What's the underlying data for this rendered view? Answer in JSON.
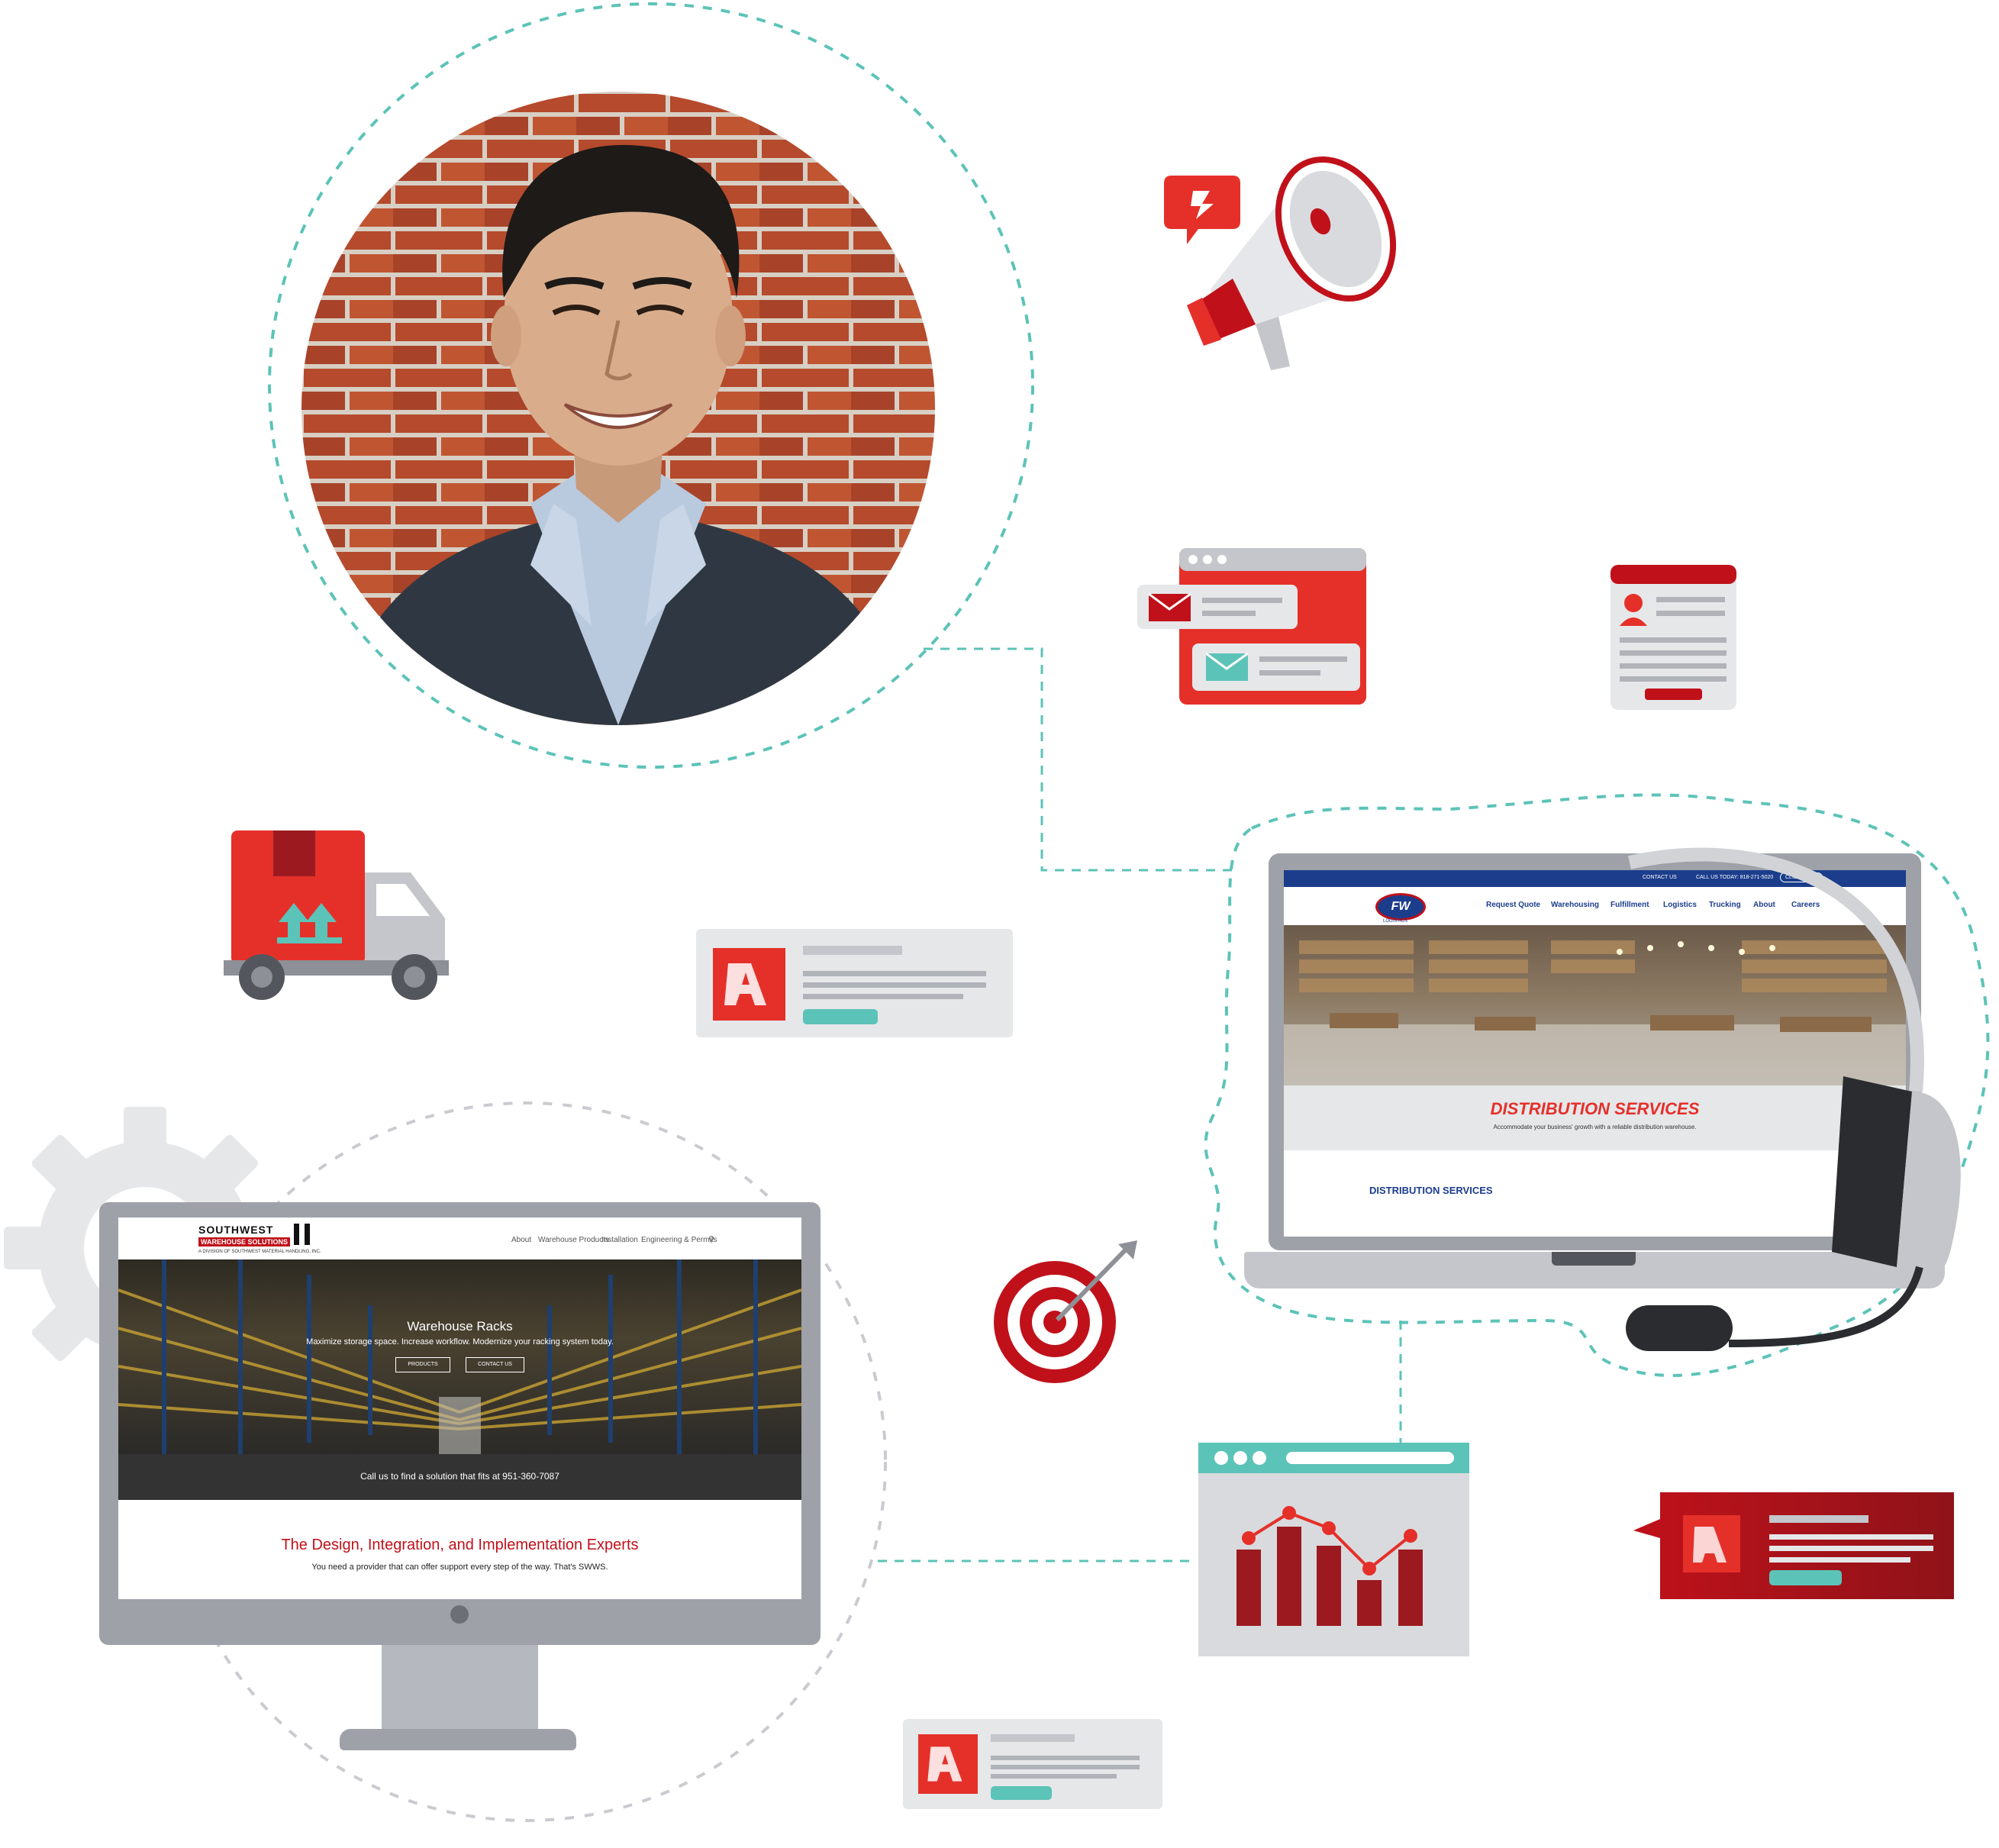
{
  "colors": {
    "accent_red": "#e5302a",
    "dark_red": "#9c1a1f",
    "teal": "#5cc3b8",
    "navy": "#1c3d8c",
    "gray": "#8d9097"
  },
  "icons": [
    "megaphone-icon",
    "email-window-icon",
    "contact-form-icon",
    "delivery-truck-icon",
    "gear-icon",
    "target-icon",
    "analytics-chart-icon",
    "headset-icon",
    "brand-logo-icon"
  ],
  "laptop_site": {
    "topbar": {
      "contact": "CONTACT US",
      "call": "CALL US TODAY: 818-271-5020",
      "portal": "CLIENT POR"
    },
    "logo": "FW",
    "logo_sub": "LOGISTICS",
    "nav": [
      "Request Quote",
      "Warehousing",
      "Fulfillment",
      "Logistics",
      "Trucking",
      "About",
      "Careers"
    ],
    "hero_title": "DISTRIBUTION SERVICES",
    "hero_sub": "Accommodate your business' growth with a reliable distribution warehouse.",
    "section_heading": "DISTRIBUTION SERVICES"
  },
  "monitor_site": {
    "logo_line1": "SOUTHWEST",
    "logo_line2": "WAREHOUSE SOLUTIONS",
    "logo_tagline": "A DIVISION OF SOUTHWEST MATERIAL HANDLING, INC.",
    "nav": [
      "About",
      "Warehouse Products",
      "Installation",
      "Engineering & Permits"
    ],
    "hero_title": "Warehouse Racks",
    "hero_sub": "Maximize storage space. Increase workflow. Modernize your racking system today.",
    "btn_products": "PRODUCTS",
    "btn_contact": "CONTACT US",
    "call_bar": "Call us to find a solution that fits at 951-360-7087",
    "headline": "The Design, Integration, and Implementation Experts",
    "subline": "You need a provider that can offer support every step of the way. That's SWWS."
  }
}
